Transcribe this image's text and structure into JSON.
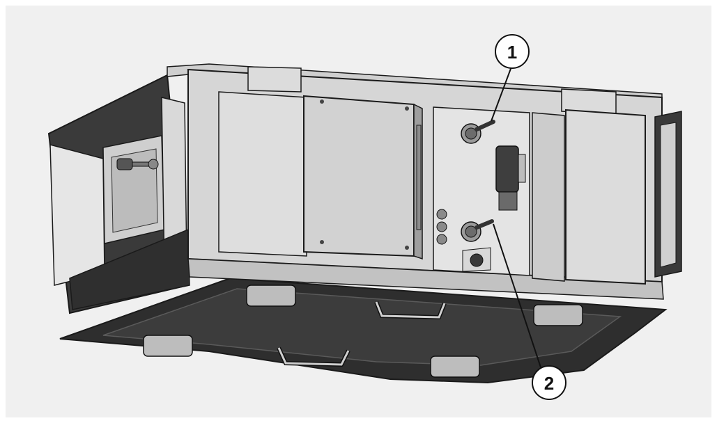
{
  "figure": {
    "background": "#f0f0f0",
    "callouts": [
      {
        "label": "1",
        "target": "upper-cable-gland"
      },
      {
        "label": "2",
        "target": "lower-cable-gland"
      }
    ]
  },
  "colors": {
    "panel_light": "#d6d6d6",
    "panel_mid": "#bdbdbd",
    "panel_dark": "#4a4a4a",
    "base_dark": "#2e2e2e",
    "outline": "#1a1a1a"
  }
}
